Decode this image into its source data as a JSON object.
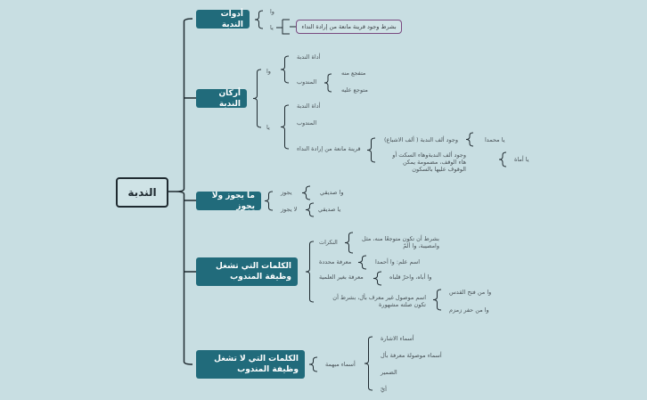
{
  "root": {
    "label": "الندبة"
  },
  "colors": {
    "category_fill": "#216b7b",
    "background": "#c8dee2",
    "note_border": "#7a4a80"
  },
  "categories": [
    {
      "label": "أدوات الندبة",
      "items": {
        "wa": "وا",
        "ya": "يا",
        "ya_note": "بشرط وجود قرينة مانعة من إرادة النداء"
      }
    },
    {
      "label": "أركان الندبة",
      "wa": {
        "label": "وا",
        "tool": "أداة الندبة",
        "mandub": "المندوب",
        "mutafajja": "متفجع منه",
        "mutawajja": "متوجع عليه"
      },
      "ya": {
        "label": "يا",
        "tool": "أداة الندبة",
        "mandub": "المندوب",
        "qarina": "قرينة مانعة من إرادة النداء",
        "alif": "وجود ألف الندبة ( ألف الاشباع)",
        "alif_ex": "يا محمدا",
        "alif_ha": "وجود ألف الندبةوهاء السكت أو هاء الوقف، مضمومة يمكن الوقوف عليها بالسكون",
        "alif_ha_ex": "يا أماة"
      }
    },
    {
      "label": "ما يجوز ولا يجوز",
      "allowed": "يجوز",
      "allowed_ex": "وا صديقي",
      "not_allowed": "لا يجوز",
      "not_allowed_ex": "يا صديقي"
    },
    {
      "label": "الكلمات التي تشغل وظيفة المندوب",
      "items": [
        {
          "label": "النكرات",
          "detail": "بشرط أن تكون متوجعًا منه، مثل وامصيبة، وا ألمّ"
        },
        {
          "label": "معرفة محددة",
          "detail": "اسم علم: وا أحمدا"
        },
        {
          "label": "معرفة بغير العلمية",
          "detail": "وا أباه، واحرّ قلباه"
        },
        {
          "label": "اسم موصول غير معرف بأل، بشرط أن تكون صلته مشهورة",
          "examples": [
            "وا من فتح القدس",
            "وا من حفر زمزم"
          ]
        }
      ]
    },
    {
      "label": "الكلمات التي لا تشغل وظيفة المندوب",
      "group": "أسماء مبهمة",
      "items": [
        "أسماء الاشارة",
        "أسماء موصولة معرفة بأل",
        "الضمير",
        "أيّ"
      ]
    }
  ]
}
